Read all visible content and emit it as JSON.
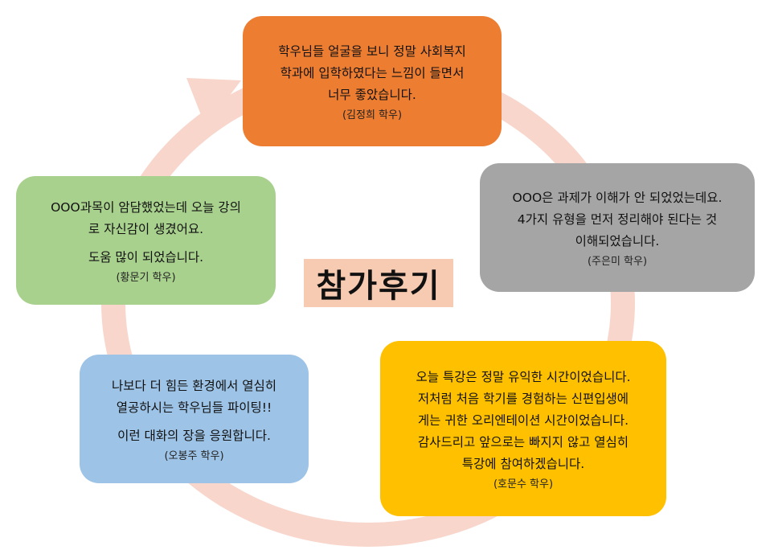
{
  "title": "참가후기",
  "colors": {
    "ring": "#f8d6cb",
    "title_bg": "#f7cbb1",
    "orange": "#ed7d31",
    "gray": "#a5a5a5",
    "gold": "#ffc000",
    "blue": "#9dc3e6",
    "green": "#a9d18e"
  },
  "cards": [
    {
      "id": "top",
      "color": "#ed7d31",
      "paragraphs": [
        "학우님들 얼굴을 보니 정말 사회복지\n학과에 입학하였다는 느낌이 들면서\n너무 좋았습니다."
      ],
      "author": "(김정희 학우)"
    },
    {
      "id": "right",
      "color": "#a5a5a5",
      "paragraphs": [
        "OOO은 과제가 이해가 안 되었었는데요.\n4가지 유형을 먼저 정리해야 된다는 것\n이해되었습니다."
      ],
      "author": "(주은미 학우)"
    },
    {
      "id": "bottom_right",
      "color": "#ffc000",
      "paragraphs": [
        "오늘 특강은 정말 유익한 시간이었습니다.\n저처럼 처음 학기를 경험하는 신편입생에\n게는 귀한 오리엔테이션 시간이었습니다.\n감사드리고 앞으로는 빠지지 않고 열심히\n특강에 참여하겠습니다."
      ],
      "author": "(호문수 학우)"
    },
    {
      "id": "bottom_left",
      "color": "#9dc3e6",
      "paragraphs": [
        "나보다 더 힘든 환경에서 열심히\n열공하시는 학우님들 파이팅!!",
        "이런 대화의 장을 응원합니다."
      ],
      "author": "(오봉주 학우)"
    },
    {
      "id": "left",
      "color": "#a9d18e",
      "paragraphs": [
        "OOO과목이 암담했었는데 오늘 강의\n로 자신감이 생겼어요.",
        "도움 많이 되었습니다."
      ],
      "author": "(황문기 학우)"
    }
  ]
}
